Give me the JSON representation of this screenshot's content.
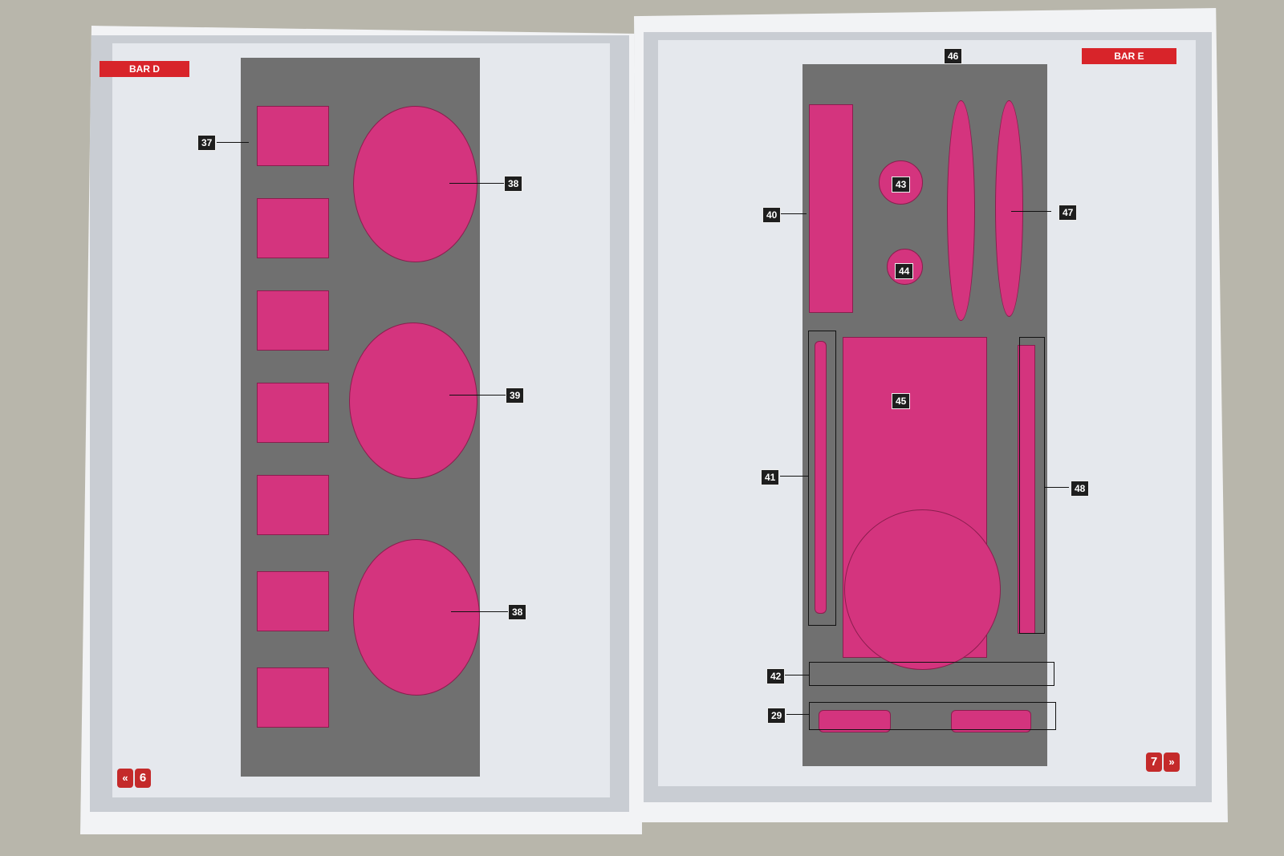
{
  "left_page": {
    "section": "BAR D",
    "page_number": "6",
    "nav_icon": "double-chevron-left",
    "callouts": [
      "37",
      "38",
      "39",
      "38"
    ]
  },
  "right_page": {
    "section": "BAR E",
    "page_number": "7",
    "nav_icon": "double-chevron-right",
    "callouts": [
      "46",
      "43",
      "40",
      "47",
      "44",
      "45",
      "41",
      "48",
      "42",
      "29"
    ]
  },
  "colors": {
    "accent": "#d8242a",
    "parts": "#d4347e",
    "sprue_bg": "#707070"
  }
}
